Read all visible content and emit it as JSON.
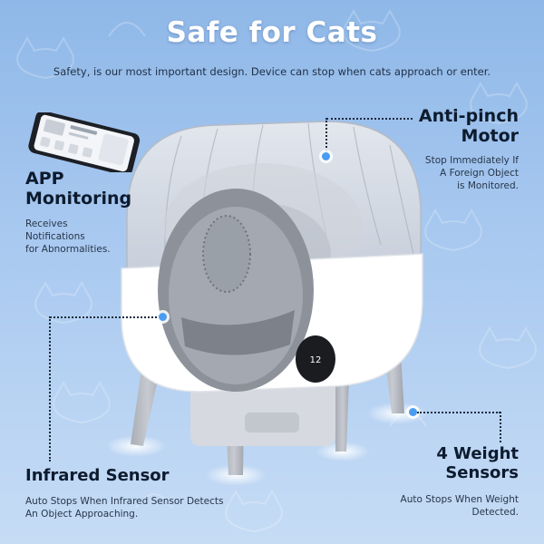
{
  "title": "Safe for Cats",
  "subtitle": "Safety, is our most important design. Device can stop when cats approach or enter.",
  "features": {
    "app": {
      "heading_line1": "APP",
      "heading_line2": "Monitoring",
      "desc_line1": "Receives",
      "desc_line2": "Notifications",
      "desc_line3": "for Abnormalities."
    },
    "motor": {
      "heading_line1": "Anti-pinch",
      "heading_line2": "Motor",
      "desc_line1": "Stop Immediately If",
      "desc_line2": "A Foreign Object",
      "desc_line3": "is Monitored."
    },
    "infrared": {
      "heading": "Infrared Sensor",
      "desc_line1": "Auto Stops When Infrared Sensor Detects",
      "desc_line2": "An Object Approaching."
    },
    "weight": {
      "heading_line1": "4 Weight",
      "heading_line2": "Sensors",
      "desc_line1": "Auto Stops When Weight",
      "desc_line2": "Detected."
    }
  },
  "colors": {
    "accent_dot": "#4a9cf2",
    "background_top": "#8fb8e8",
    "background_bottom": "#c6dcf5",
    "device_body": "#ffffff",
    "legs": "#b9bcc4"
  },
  "icons": [
    "phone-icon",
    "cat-pattern-icon"
  ]
}
